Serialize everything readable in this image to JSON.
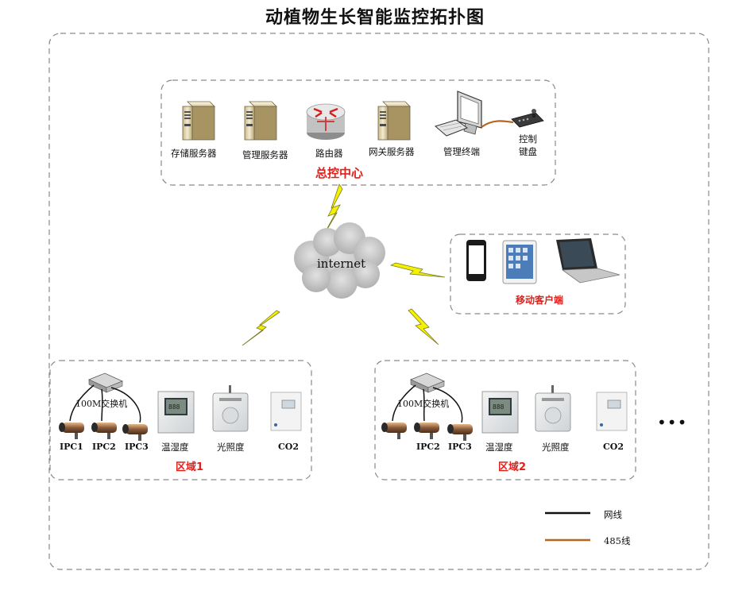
{
  "title": "动植物生长智能监控拓扑图",
  "control_center": {
    "name": "总控中心",
    "devices": [
      "存储服务器",
      "管理服务器",
      "路由器",
      "网关服务器",
      "管理终端"
    ],
    "keyboard_line1": "控制",
    "keyboard_line2": "键盘"
  },
  "internet_label": "internet",
  "mobile": {
    "name": "移动客户端"
  },
  "zone1": {
    "name": "区域1",
    "switch_label": "100M交换机",
    "cameras": [
      "IPC1",
      "IPC2",
      "IPC3"
    ],
    "sensors": [
      "温湿度",
      "光照度",
      "CO2"
    ]
  },
  "zone2": {
    "name": "区域2",
    "switch_label": "100M交换机",
    "cameras": [
      "IPC2",
      "IPC3"
    ],
    "sensors": [
      "温湿度",
      "光照度",
      "CO2"
    ]
  },
  "more": "•••",
  "legend": {
    "network": "网线",
    "rs485": "485线"
  },
  "colors": {
    "title_red": "#e0201b",
    "cable_485": "#b5651d",
    "lightning": "#f5f000"
  }
}
